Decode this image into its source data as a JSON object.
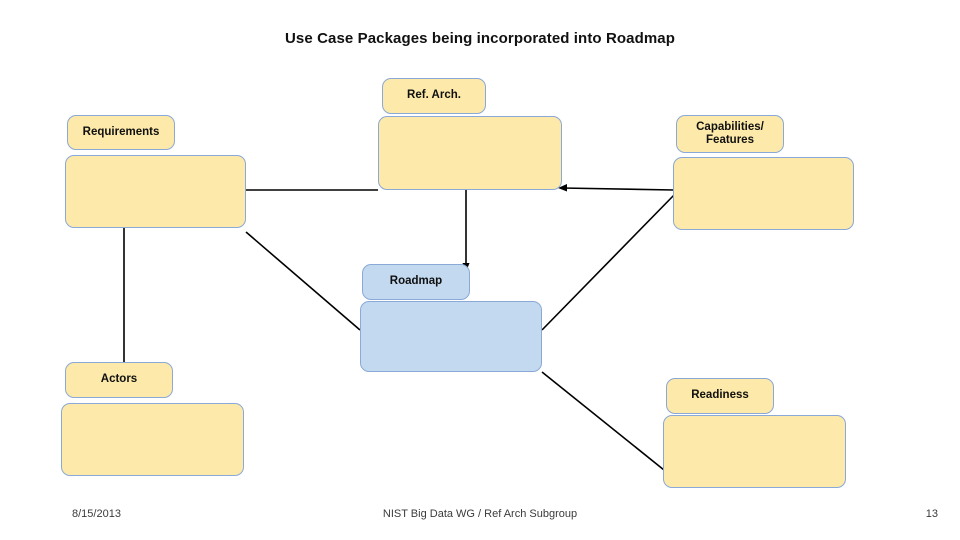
{
  "slide": {
    "title": "Use Case Packages being incorporated into Roadmap",
    "footer": {
      "date": "8/15/2013",
      "center": "NIST Big Data WG / Ref Arch Subgroup",
      "page": "13"
    },
    "colors": {
      "node_fill_yellow": "#fde9a9",
      "node_fill_blue": "#c3d9ef",
      "node_border": "#8aa9d6",
      "connector": "#000000",
      "text": "#101010"
    },
    "nodes": [
      {
        "id": "requirements",
        "label": "Requirements",
        "fill": "yellow"
      },
      {
        "id": "ref-arch",
        "label": "Ref. Arch.",
        "fill": "yellow"
      },
      {
        "id": "capabilities",
        "label": "Capabilities/\nFeatures",
        "fill": "yellow"
      },
      {
        "id": "roadmap",
        "label": "Roadmap",
        "fill": "blue"
      },
      {
        "id": "actors",
        "label": "Actors",
        "fill": "yellow"
      },
      {
        "id": "readiness",
        "label": "Readiness",
        "fill": "yellow"
      }
    ]
  }
}
